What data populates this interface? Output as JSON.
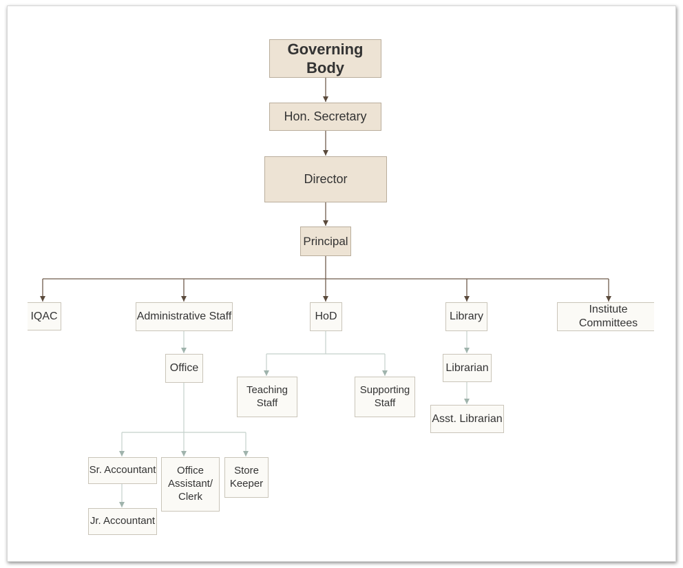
{
  "org_chart": {
    "governing_body": "Governing Body",
    "hon_secretary": "Hon. Secretary",
    "director": "Director",
    "principal": "Principal",
    "iqac": "IQAC",
    "administrative_staff": "Administrative Staff",
    "hod": "HoD",
    "library": "Library",
    "institute_committees": "Institute Committees",
    "office": "Office",
    "teaching_staff": "Teaching\nStaff",
    "supporting_staff": "Supporting\nStaff",
    "librarian": "Librarian",
    "asst_librarian": "Asst. Librarian",
    "sr_accountant": "Sr. Accountant",
    "office_assistant_clerk": "Office\nAssistant/\nClerk",
    "store_keeper": "Store\nKeeper",
    "jr_accountant": "Jr. Accountant"
  },
  "colors": {
    "dark_fill": "#ede3d4",
    "light_fill": "#fbfaf6",
    "dark_connector": "#6e5a4b",
    "light_connector": "#9fb3ac"
  }
}
